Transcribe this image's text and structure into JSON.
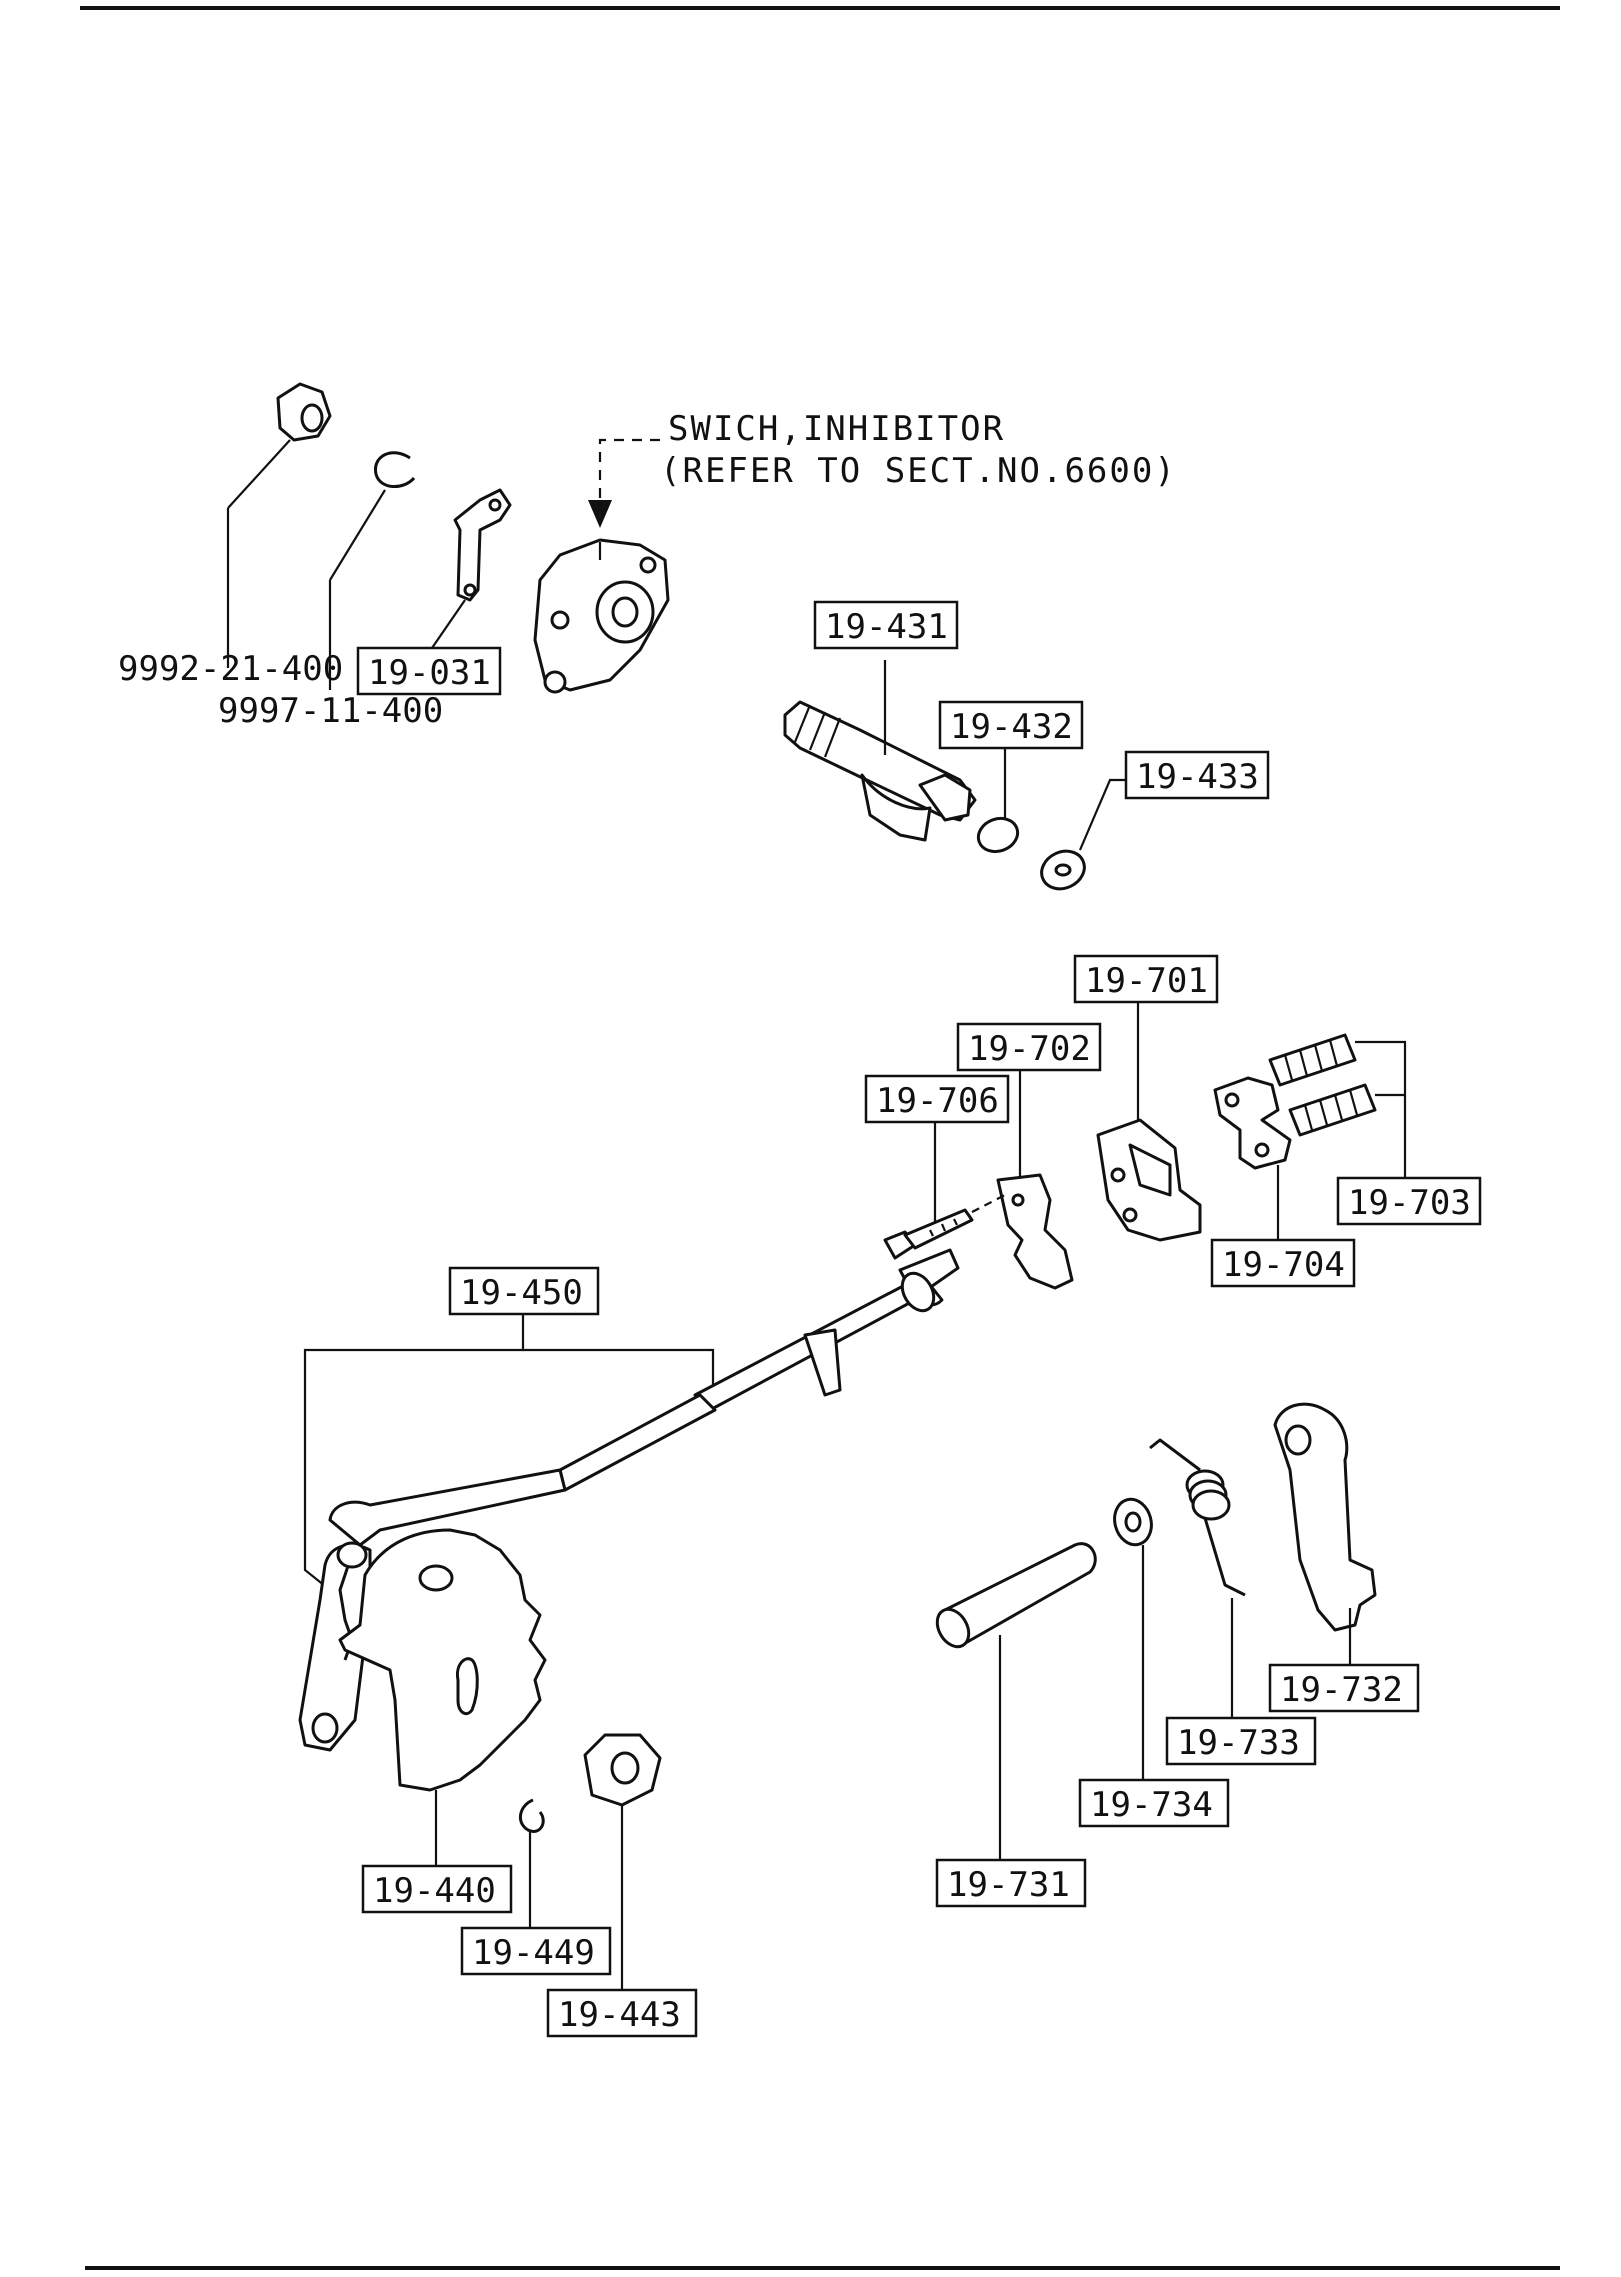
{
  "note": {
    "line1": "SWICH,INHIBITOR",
    "line2": "(REFER TO SECT.NO.6600)"
  },
  "labels": {
    "p9992": "9992-21-400",
    "p9997": "9997-11-400",
    "p19031": "19-031",
    "p19431": "19-431",
    "p19432": "19-432",
    "p19433": "19-433",
    "p19701": "19-701",
    "p19702": "19-702",
    "p19706": "19-706",
    "p19703": "19-703",
    "p19704": "19-704",
    "p19450": "19-450",
    "p19732": "19-732",
    "p19733": "19-733",
    "p19734": "19-734",
    "p19731": "19-731",
    "p19440": "19-440",
    "p19449": "19-449",
    "p19443": "19-443"
  }
}
